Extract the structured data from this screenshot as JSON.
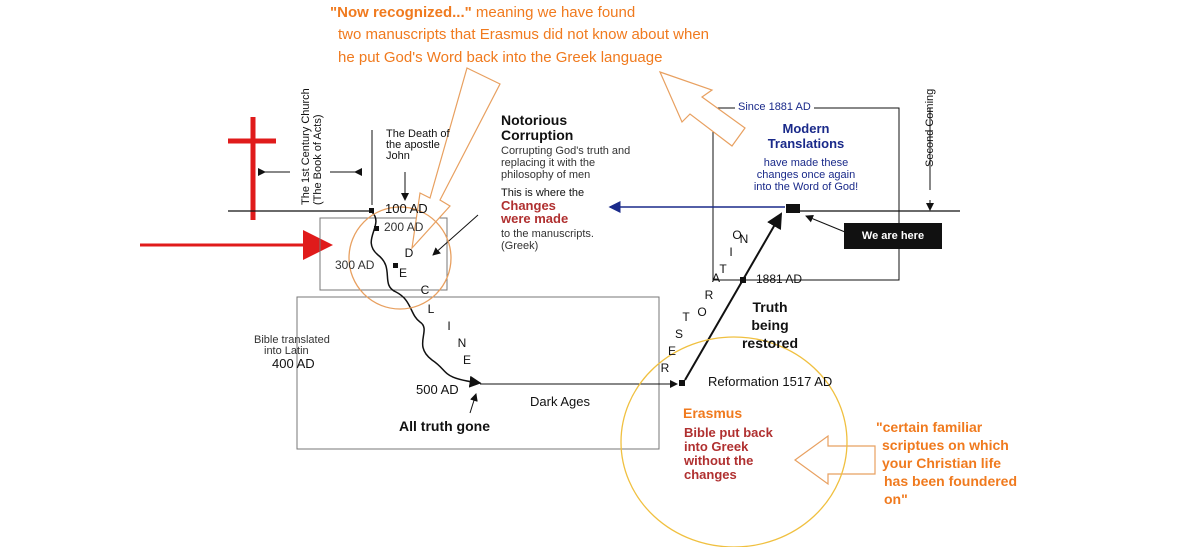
{
  "annotations": {
    "now_recognized_title": "\"Now recognized...\"",
    "now_recognized_rest_1": " meaning we have found",
    "now_recognized_rest_2": "two manuscripts that Erasmus did not know about when",
    "now_recognized_rest_3": "he put God's Word back into the Greek language",
    "certain_familiar": [
      "\"certain familiar",
      "scriptues on which",
      "your Christian life",
      "has been foundered",
      "on\""
    ],
    "erasmus_name": "Erasmus",
    "erasmus_note": [
      "Bible put back",
      "into Greek",
      "without the",
      "changes"
    ]
  },
  "timeline": {
    "first_century_church": [
      "The 1st Century Church",
      "(The Book of Acts)"
    ],
    "death_of_john": [
      "The Death of",
      "the apostle",
      "John"
    ],
    "date_100": "100 AD",
    "date_200": "200 AD",
    "date_300": "300 AD",
    "date_400": "400 AD",
    "date_500": "500 AD",
    "date_1881": "1881 AD",
    "reformation": "Reformation 1517 AD",
    "dark_ages": "Dark Ages",
    "all_truth_gone": "All truth gone",
    "bible_latin": [
      "Bible translated",
      "into Latin"
    ],
    "decline_letters": [
      "D",
      "E",
      "C",
      "L",
      "I",
      "N",
      "E"
    ],
    "restoration_letters": [
      "R",
      "E",
      "S",
      "T",
      "O",
      "R",
      "A",
      "T",
      "I",
      "O",
      "N"
    ],
    "truth_restored": [
      "Truth",
      "being",
      "restored"
    ]
  },
  "corruption": {
    "title": [
      "Notorious",
      "Corruption"
    ],
    "desc": [
      "Corrupting God's truth and",
      "replacing it with the",
      "philosophy of men"
    ],
    "where_line": "This is where the",
    "changes": [
      "Changes",
      "were made"
    ],
    "to_manuscripts": [
      "to the manuscripts.",
      "(Greek)"
    ]
  },
  "modern": {
    "since": "Since 1881 AD",
    "title": [
      "Modern",
      "Translations"
    ],
    "desc": [
      "have made these",
      "changes once again",
      "into the Word of God!"
    ],
    "second_coming": "Second Coming",
    "we_are_here": "We are here"
  },
  "colors": {
    "orange": "#f07a1e",
    "dark_red": "#b03030",
    "navy": "#1a2a8a",
    "red_marks": "#e01b1b",
    "circle_orange": "#e8a060",
    "circle_yellow": "#f0c040"
  }
}
